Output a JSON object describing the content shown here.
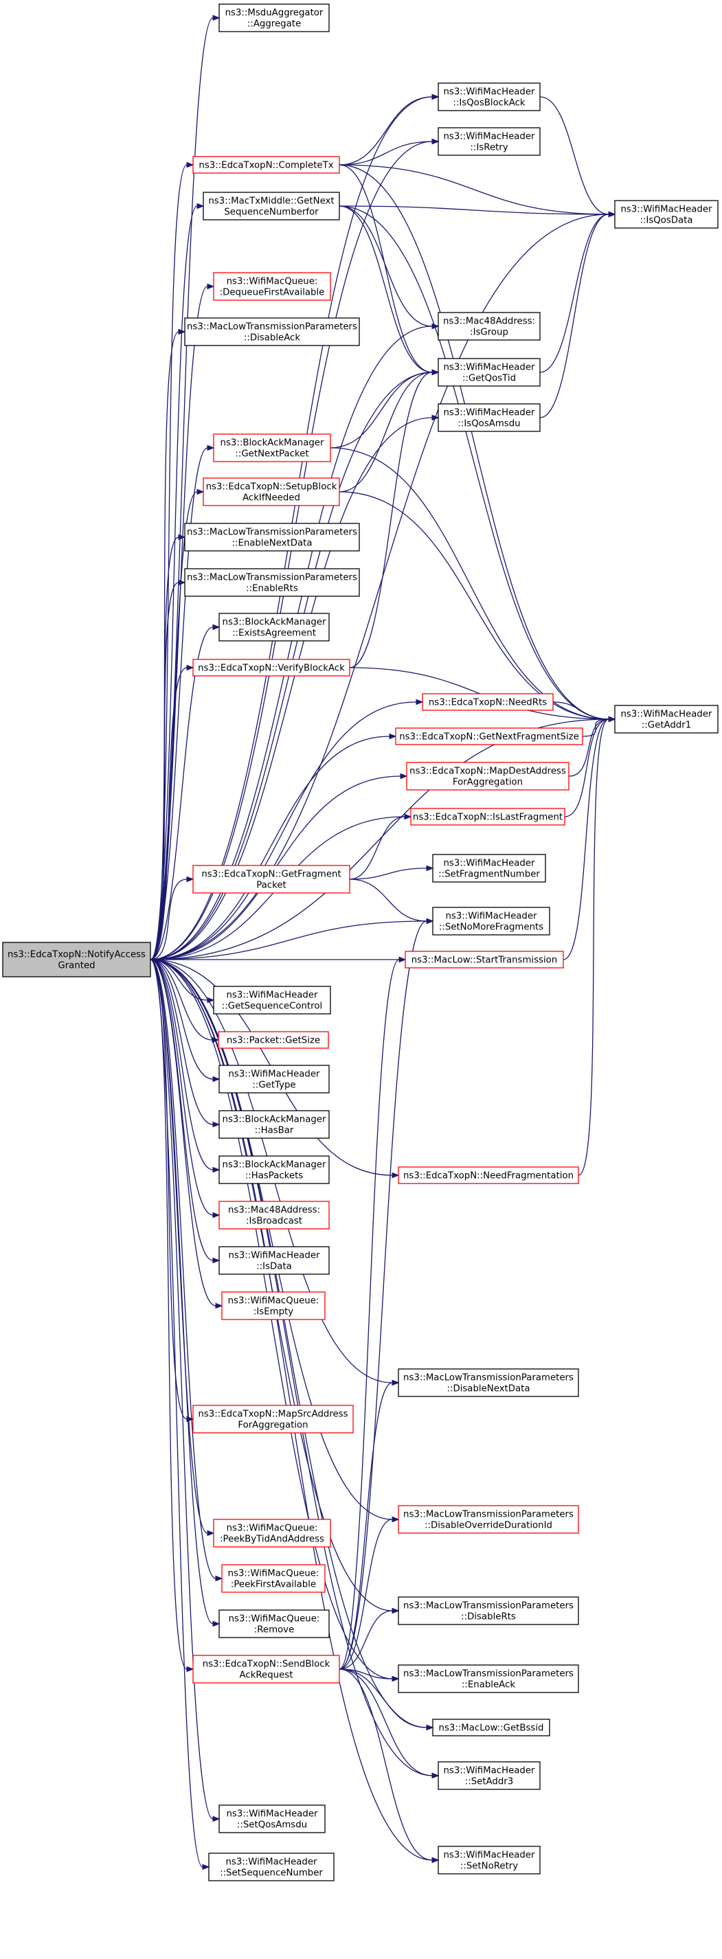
{
  "diagram": {
    "title": "",
    "colors": {
      "edge": "#191970",
      "root_fill": "#bfbfbf",
      "normal_border": "#000000",
      "special_border": "#ff0000"
    },
    "nodes": [
      {
        "id": "root",
        "lines": [
          "ns3::EdcaTxopN::NotifyAccess",
          "Granted"
        ],
        "style": "root"
      },
      {
        "id": "agg",
        "lines": [
          "ns3::MsduAggregator",
          "::Aggregate"
        ],
        "style": "normal"
      },
      {
        "id": "isqosba",
        "lines": [
          "ns3::WifiMacHeader",
          "::IsQosBlockAck"
        ],
        "style": "normal"
      },
      {
        "id": "isretry",
        "lines": [
          "ns3::WifiMacHeader",
          "::IsRetry"
        ],
        "style": "normal"
      },
      {
        "id": "completetx",
        "lines": [
          "ns3::EdcaTxopN::CompleteTx"
        ],
        "style": "red"
      },
      {
        "id": "isqosdata",
        "lines": [
          "ns3::WifiMacHeader",
          "::IsQosData"
        ],
        "style": "normal"
      },
      {
        "id": "getnextseq",
        "lines": [
          "ns3::MacTxMiddle::GetNext",
          "SequenceNumberfor"
        ],
        "style": "normal"
      },
      {
        "id": "dequeuefirst",
        "lines": [
          "ns3::WifiMacQueue:",
          ":DequeueFirstAvailable"
        ],
        "style": "red"
      },
      {
        "id": "disableack",
        "lines": [
          "ns3::MacLowTransmissionParameters",
          "::DisableAck"
        ],
        "style": "normal"
      },
      {
        "id": "isgroup",
        "lines": [
          "ns3::Mac48Address:",
          ":IsGroup"
        ],
        "style": "normal"
      },
      {
        "id": "getqostid",
        "lines": [
          "ns3::WifiMacHeader",
          "::GetQosTid"
        ],
        "style": "normal"
      },
      {
        "id": "isqosamsdu",
        "lines": [
          "ns3::WifiMacHeader",
          "::IsQosAmsdu"
        ],
        "style": "normal"
      },
      {
        "id": "bagetnextpacket",
        "lines": [
          "ns3::BlockAckManager",
          "::GetNextPacket"
        ],
        "style": "red"
      },
      {
        "id": "setupblockack",
        "lines": [
          "ns3::EdcaTxopN::SetupBlock",
          "AckIfNeeded"
        ],
        "style": "red"
      },
      {
        "id": "enablenextdata",
        "lines": [
          "ns3::MacLowTransmissionParameters",
          "::EnableNextData"
        ],
        "style": "normal"
      },
      {
        "id": "enablerts",
        "lines": [
          "ns3::MacLowTransmissionParameters",
          "::EnableRts"
        ],
        "style": "normal"
      },
      {
        "id": "existsagreement",
        "lines": [
          "ns3::BlockAckManager",
          "::ExistsAgreement"
        ],
        "style": "normal"
      },
      {
        "id": "verifyblockack",
        "lines": [
          "ns3::EdcaTxopN::VerifyBlockAck"
        ],
        "style": "red"
      },
      {
        "id": "needrts",
        "lines": [
          "ns3::EdcaTxopN::NeedRts"
        ],
        "style": "red"
      },
      {
        "id": "getaddr1",
        "lines": [
          "ns3::WifiMacHeader",
          "::GetAddr1"
        ],
        "style": "normal"
      },
      {
        "id": "getnextfragsize",
        "lines": [
          "ns3::EdcaTxopN::GetNextFragmentSize"
        ],
        "style": "red"
      },
      {
        "id": "mapdest",
        "lines": [
          "ns3::EdcaTxopN::MapDestAddress",
          "ForAggregation"
        ],
        "style": "red"
      },
      {
        "id": "islastfrag",
        "lines": [
          "ns3::EdcaTxopN::IsLastFragment"
        ],
        "style": "red"
      },
      {
        "id": "getfragpacket",
        "lines": [
          "ns3::EdcaTxopN::GetFragment",
          "Packet"
        ],
        "style": "red"
      },
      {
        "id": "setfragnum",
        "lines": [
          "ns3::WifiMacHeader",
          "::SetFragmentNumber"
        ],
        "style": "normal"
      },
      {
        "id": "setnomorefrags",
        "lines": [
          "ns3::WifiMacHeader",
          "::SetNoMoreFragments"
        ],
        "style": "normal"
      },
      {
        "id": "starttx",
        "lines": [
          "ns3::MacLow::StartTransmission"
        ],
        "style": "red"
      },
      {
        "id": "getseqctrl",
        "lines": [
          "ns3::WifiMacHeader",
          "::GetSequenceControl"
        ],
        "style": "normal"
      },
      {
        "id": "getsize",
        "lines": [
          "ns3::Packet::GetSize"
        ],
        "style": "red"
      },
      {
        "id": "gettype",
        "lines": [
          "ns3::WifiMacHeader",
          "::GetType"
        ],
        "style": "normal"
      },
      {
        "id": "hasbar",
        "lines": [
          "ns3::BlockAckManager",
          "::HasBar"
        ],
        "style": "normal"
      },
      {
        "id": "haspackets",
        "lines": [
          "ns3::BlockAckManager",
          "::HasPackets"
        ],
        "style": "normal"
      },
      {
        "id": "needfrag",
        "lines": [
          "ns3::EdcaTxopN::NeedFragmentation"
        ],
        "style": "red"
      },
      {
        "id": "isbroadcast",
        "lines": [
          "ns3::Mac48Address:",
          ":IsBroadcast"
        ],
        "style": "red"
      },
      {
        "id": "isdata",
        "lines": [
          "ns3::WifiMacHeader",
          "::IsData"
        ],
        "style": "normal"
      },
      {
        "id": "isempty",
        "lines": [
          "ns3::WifiMacQueue:",
          ":IsEmpty"
        ],
        "style": "red"
      },
      {
        "id": "disablenextdata",
        "lines": [
          "ns3::MacLowTransmissionParameters",
          "::DisableNextData"
        ],
        "style": "normal"
      },
      {
        "id": "mapsrc",
        "lines": [
          "ns3::EdcaTxopN::MapSrcAddress",
          "ForAggregation"
        ],
        "style": "red"
      },
      {
        "id": "disableoverride",
        "lines": [
          "ns3::MacLowTransmissionParameters",
          "::DisableOverrideDurationId"
        ],
        "style": "red"
      },
      {
        "id": "peekbytid",
        "lines": [
          "ns3::WifiMacQueue:",
          ":PeekByTidAndAddress"
        ],
        "style": "red"
      },
      {
        "id": "peekfirst",
        "lines": [
          "ns3::WifiMacQueue:",
          ":PeekFirstAvailable"
        ],
        "style": "red"
      },
      {
        "id": "disablerts",
        "lines": [
          "ns3::MacLowTransmissionParameters",
          "::DisableRts"
        ],
        "style": "normal"
      },
      {
        "id": "remove",
        "lines": [
          "ns3::WifiMacQueue:",
          ":Remove"
        ],
        "style": "normal"
      },
      {
        "id": "sendbar",
        "lines": [
          "ns3::EdcaTxopN::SendBlock",
          "AckRequest"
        ],
        "style": "red"
      },
      {
        "id": "enableack",
        "lines": [
          "ns3::MacLowTransmissionParameters",
          "::EnableAck"
        ],
        "style": "normal"
      },
      {
        "id": "getbssid",
        "lines": [
          "ns3::MacLow::GetBssid"
        ],
        "style": "normal"
      },
      {
        "id": "setaddr3",
        "lines": [
          "ns3::WifiMacHeader",
          "::SetAddr3"
        ],
        "style": "normal"
      },
      {
        "id": "setqosamsdu",
        "lines": [
          "ns3::WifiMacHeader",
          "::SetQosAmsdu"
        ],
        "style": "normal"
      },
      {
        "id": "setnoretry",
        "lines": [
          "ns3::WifiMacHeader",
          "::SetNoRetry"
        ],
        "style": "normal"
      },
      {
        "id": "setseqnum",
        "lines": [
          "ns3::WifiMacHeader",
          "::SetSequenceNumber"
        ],
        "style": "normal"
      }
    ],
    "edges": [
      [
        "root",
        "agg"
      ],
      [
        "root",
        "isqosba"
      ],
      [
        "root",
        "isretry"
      ],
      [
        "root",
        "completetx"
      ],
      [
        "root",
        "isqosdata"
      ],
      [
        "root",
        "getnextseq"
      ],
      [
        "root",
        "getqostid"
      ],
      [
        "root",
        "dequeuefirst"
      ],
      [
        "root",
        "disableack"
      ],
      [
        "root",
        "isgroup"
      ],
      [
        "root",
        "isqosamsdu"
      ],
      [
        "root",
        "bagetnextpacket"
      ],
      [
        "root",
        "setupblockack"
      ],
      [
        "root",
        "enablenextdata"
      ],
      [
        "root",
        "enablerts"
      ],
      [
        "root",
        "existsagreement"
      ],
      [
        "root",
        "verifyblockack"
      ],
      [
        "root",
        "needrts"
      ],
      [
        "root",
        "getnextfragsize"
      ],
      [
        "root",
        "mapdest"
      ],
      [
        "root",
        "islastfrag"
      ],
      [
        "root",
        "getfragpacket"
      ],
      [
        "root",
        "setnomorefrags"
      ],
      [
        "root",
        "starttx"
      ],
      [
        "root",
        "getseqctrl"
      ],
      [
        "root",
        "getsize"
      ],
      [
        "root",
        "gettype"
      ],
      [
        "root",
        "hasbar"
      ],
      [
        "root",
        "haspackets"
      ],
      [
        "root",
        "isbroadcast"
      ],
      [
        "root",
        "isdata"
      ],
      [
        "root",
        "isempty"
      ],
      [
        "root",
        "needfrag"
      ],
      [
        "root",
        "disablenextdata"
      ],
      [
        "root",
        "mapsrc"
      ],
      [
        "root",
        "disableoverride"
      ],
      [
        "root",
        "peekbytid"
      ],
      [
        "root",
        "peekfirst"
      ],
      [
        "root",
        "disablerts"
      ],
      [
        "root",
        "remove"
      ],
      [
        "root",
        "sendbar"
      ],
      [
        "root",
        "enableack"
      ],
      [
        "root",
        "getbssid"
      ],
      [
        "root",
        "setaddr3"
      ],
      [
        "root",
        "setqosamsdu"
      ],
      [
        "root",
        "setseqnum"
      ],
      [
        "root",
        "setnoretry"
      ],
      [
        "root",
        "getaddr1"
      ],
      [
        "completetx",
        "isqosba"
      ],
      [
        "completetx",
        "isretry"
      ],
      [
        "completetx",
        "isqosdata"
      ],
      [
        "completetx",
        "getqostid"
      ],
      [
        "completetx",
        "getaddr1"
      ],
      [
        "getnextseq",
        "isqosdata"
      ],
      [
        "getnextseq",
        "isgroup"
      ],
      [
        "getnextseq",
        "getqostid"
      ],
      [
        "getnextseq",
        "getaddr1"
      ],
      [
        "isqosba",
        "isqosdata"
      ],
      [
        "getqostid",
        "isqosdata"
      ],
      [
        "isqosamsdu",
        "isqosdata"
      ],
      [
        "bagetnextpacket",
        "getqostid"
      ],
      [
        "bagetnextpacket",
        "getaddr1"
      ],
      [
        "setupblockack",
        "getqostid"
      ],
      [
        "setupblockack",
        "getaddr1"
      ],
      [
        "verifyblockack",
        "getqostid"
      ],
      [
        "verifyblockack",
        "getaddr1"
      ],
      [
        "needrts",
        "getaddr1"
      ],
      [
        "getnextfragsize",
        "getaddr1"
      ],
      [
        "mapdest",
        "getaddr1"
      ],
      [
        "islastfrag",
        "getaddr1"
      ],
      [
        "getfragpacket",
        "islastfrag"
      ],
      [
        "getfragpacket",
        "setfragnum"
      ],
      [
        "getfragpacket",
        "setnomorefrags"
      ],
      [
        "starttx",
        "getaddr1"
      ],
      [
        "needfrag",
        "getaddr1"
      ],
      [
        "sendbar",
        "setnomorefrags"
      ],
      [
        "sendbar",
        "starttx"
      ],
      [
        "sendbar",
        "disablenextdata"
      ],
      [
        "sendbar",
        "disableoverride"
      ],
      [
        "sendbar",
        "disablerts"
      ],
      [
        "sendbar",
        "enableack"
      ],
      [
        "sendbar",
        "getbssid"
      ],
      [
        "sendbar",
        "setaddr3"
      ],
      [
        "sendbar",
        "setnoretry"
      ]
    ]
  }
}
